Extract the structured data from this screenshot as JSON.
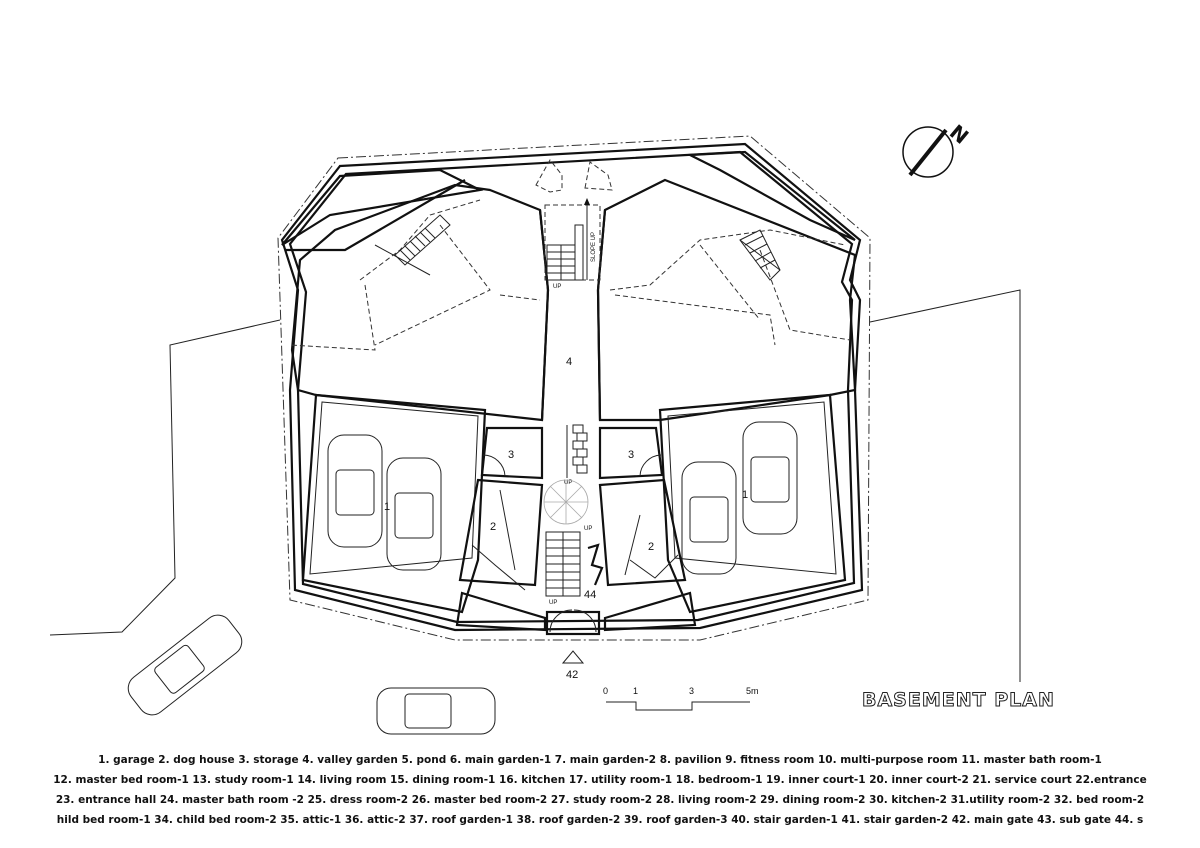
{
  "title": "BASEMENT PLAN",
  "north_label": "N",
  "scale_bar": {
    "ticks": [
      "0",
      "1",
      "3",
      "5m"
    ]
  },
  "plan_labels": {
    "garage": "1",
    "dog_house": "2",
    "storage": "3",
    "valley_garden": "4",
    "main_gate": "42",
    "stair": "44",
    "up": "UP",
    "slope_up": "SLOPE UP"
  },
  "legend": [
    "1. garage  2. dog house  3. storage  4. valley garden  5. pond  6. main garden-1  7. main garden-2  8. pavilion  9. fitness room  10. multi-purpose room  11. master bath room-1",
    "12. master bed room-1  13. study room-1  14. living room  15. dining room-1  16. kitchen  17. utility room-1  18. bedroom-1  19. inner court-1  20. inner court-2  21. service court  22.entrance",
    "23. entrance hall  24. master bath room -2  25. dress room-2  26. master bed room-2  27. study room-2  28. living room-2  29. dining room-2  30. kitchen-2  31.utility room-2  32. bed room-2",
    "hild bed room-1  34. child bed room-2  35. attic-1  36. attic-2  37. roof garden-1  38. roof garden-2  39. roof garden-3  40. stair garden-1  41. stair garden-2  42. main gate  43. sub gate  44. s"
  ]
}
